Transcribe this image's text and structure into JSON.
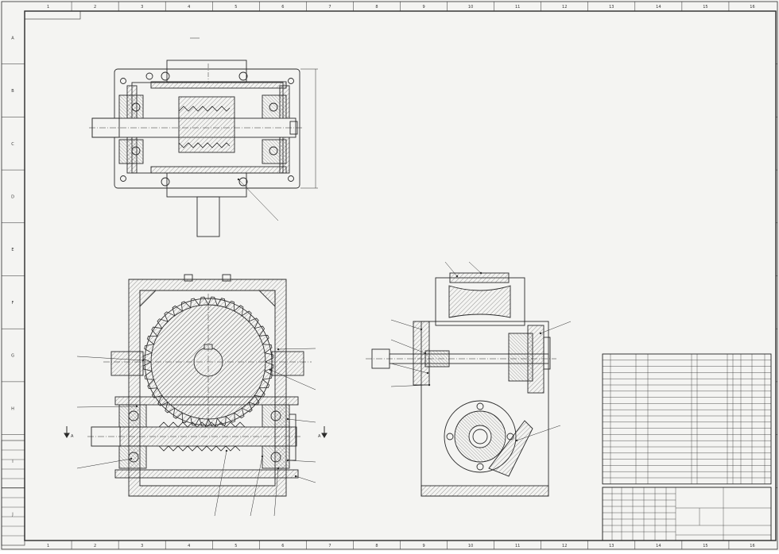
{
  "sheet": {
    "corner_tag": "",
    "top_zone_numbers": [
      "1",
      "2",
      "3",
      "4",
      "5",
      "6",
      "7",
      "8",
      "9",
      "10",
      "11",
      "12",
      "13",
      "14",
      "15",
      "16"
    ],
    "left_zone_letters": [
      "A",
      "B",
      "C",
      "D",
      "E",
      "F",
      "G",
      "H",
      "I",
      "J"
    ],
    "view_label": "",
    "view_scale": ""
  },
  "notes": [],
  "callouts": [],
  "section_marker": "A",
  "bom": {
    "rows": []
  },
  "title_block": {
    "cells": []
  },
  "left_strip": {
    "labels": []
  },
  "colors": {
    "line": "#2b2b2b",
    "paper": "#f4f4f2",
    "hatch": "#555555"
  }
}
